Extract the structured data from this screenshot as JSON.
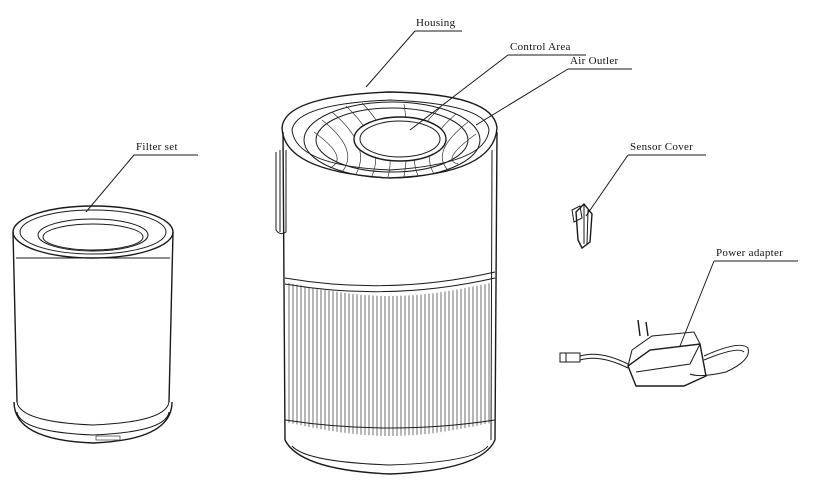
{
  "labels": {
    "housing": "Housing",
    "control_area": "Control Area",
    "air_outlet": "Air Outler",
    "filter_set": "Filter set",
    "sensor_cover": "Sensor Cover",
    "power_adapter": "Power adapter"
  },
  "colors": {
    "line": "#1a1a1a",
    "background": "#ffffff"
  }
}
